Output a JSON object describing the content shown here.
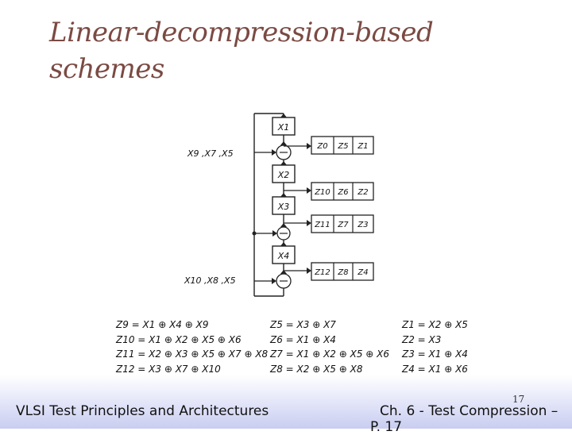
{
  "title": {
    "line1": "Linear-decompression-based",
    "line2": "schemes"
  },
  "diagram": {
    "xor_left_labels": [
      "X9 ,X7 ,X5",
      "X10 ,X8 ,X5"
    ],
    "cells": [
      "X1",
      "X2",
      "X3",
      "X4"
    ],
    "z_rows": [
      [
        "Z0",
        "Z5",
        "Z1"
      ],
      [
        "Z10",
        "Z6",
        "Z2"
      ],
      [
        "Z11",
        "Z7",
        "Z3"
      ],
      [
        "Z12",
        "Z8",
        "Z4"
      ]
    ]
  },
  "equations": {
    "col1": [
      "Z9 = X1 ⊕ X4 ⊕ X9",
      "Z10 = X1 ⊕ X2 ⊕ X5 ⊕ X6",
      "Z11 = X2 ⊕ X3 ⊕ X5 ⊕ X7 ⊕ X8",
      "Z12 = X3 ⊕ X7 ⊕ X10"
    ],
    "col2": [
      "Z5 = X3 ⊕ X7",
      "Z6 = X1 ⊕ X4",
      "Z7 = X1 ⊕ X2 ⊕ X5 ⊕ X6",
      "Z8 = X2 ⊕ X5 ⊕ X8"
    ],
    "col3": [
      "Z1 = X2 ⊕ X5",
      "Z2 = X3",
      "Z3 = X1 ⊕ X4",
      "Z4 = X1 ⊕ X6"
    ]
  },
  "footer": {
    "left": "VLSI Test Principles and Architectures",
    "right": "Ch. 6 - Test Compression –",
    "right_cont": "P. 17",
    "page_number": "17"
  }
}
